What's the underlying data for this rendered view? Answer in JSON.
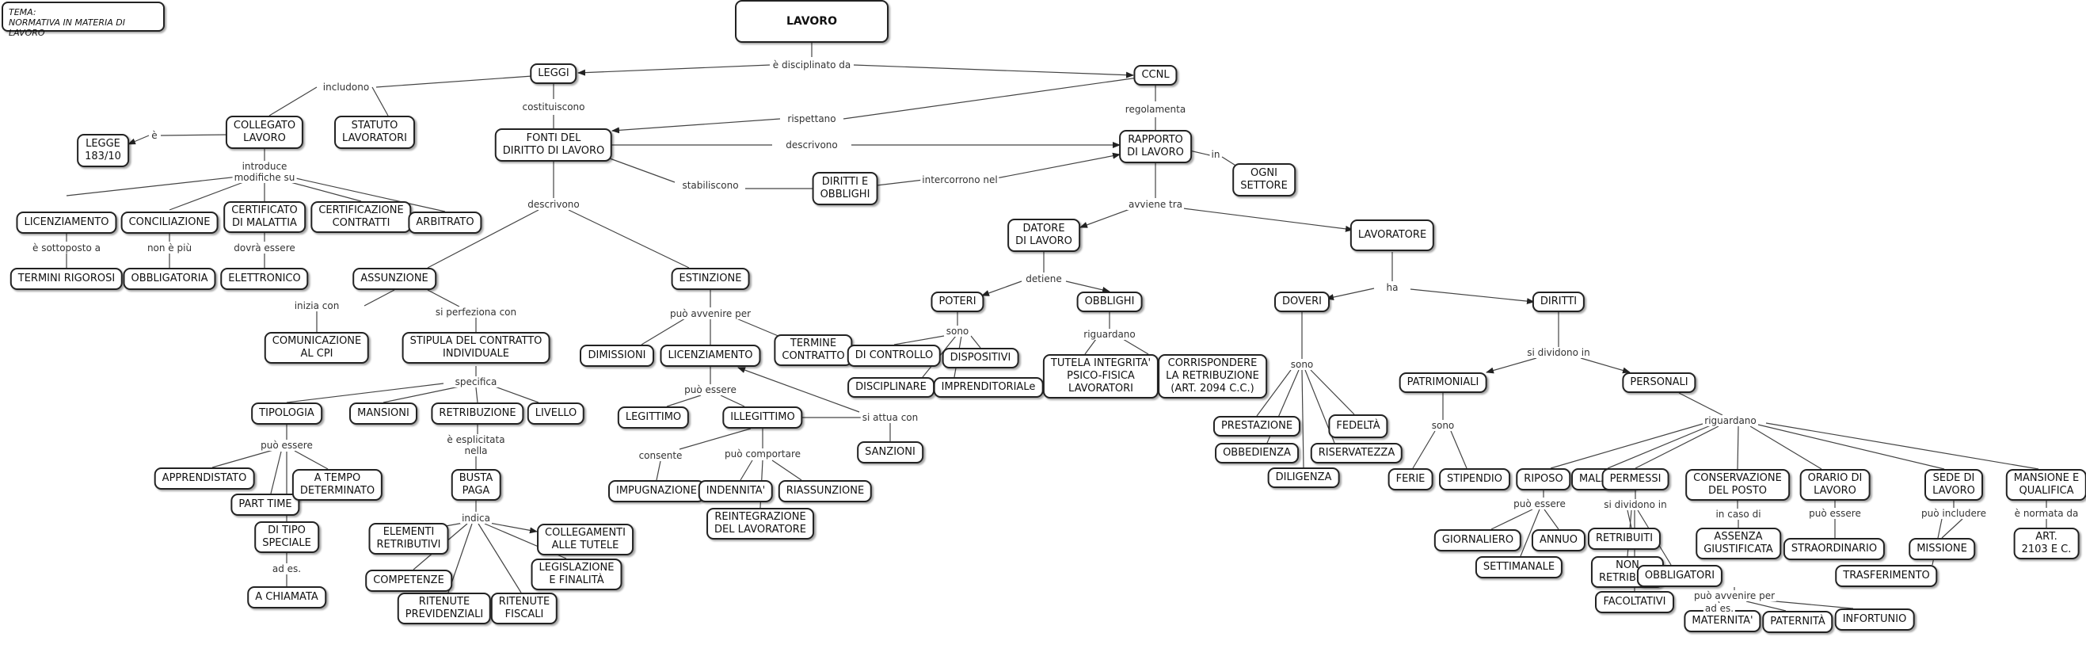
{
  "theme": {
    "line1": "TEMA:",
    "line2": "NORMATIVA IN MATERIA DI LAVORO"
  },
  "nodes": {
    "lavoro": "LAVORO",
    "leggi": "LEGGI",
    "ccnl": "CCNL",
    "collegato": "COLLEGATO\nLAVORO",
    "statuto": "STATUTO\nLAVORATORI",
    "legge183": "LEGGE\n183/10",
    "fonti": "FONTI DEL\nDIRITTO DI LAVORO",
    "rapporto": "RAPPORTO\nDI LAVORO",
    "diritti_obblighi": "DIRITTI E\nOBBLIGHI",
    "ogni_settore": "OGNI\nSETTORE",
    "licenziamento1": "LICENZIAMENTO",
    "conciliazione": "CONCILIAZIONE",
    "certificato": "CERTIFICATO\nDI MALATTIA",
    "certificazione": "CERTIFICAZIONE\nCONTRATTI",
    "arbitrato": "ARBITRATO",
    "termini_rigorosi": "TERMINI RIGOROSI",
    "obbligatoria": "OBBLIGATORIA",
    "elettronico": "ELETTRONICO",
    "assunzione": "ASSUNZIONE",
    "estinzione": "ESTINZIONE",
    "datore": "DATORE\nDI LAVORO",
    "lavoratore": "LAVORATORE",
    "comunicazione": "COMUNICAZIONE\nAL CPI",
    "stipula": "STIPULA DEL CONTRATTO\nINDIVIDUALE",
    "dimissioni": "DIMISSIONI",
    "licenziamento2": "LICENZIAMENTO",
    "termine_contratto": "TERMINE\nCONTRATTO",
    "poteri": "POTERI",
    "obblighi_dat": "OBBLIGHI",
    "doveri": "DOVERI",
    "diritti": "DIRITTI",
    "di_controllo": "DI CONTROLLO",
    "dispositivi": "DISPOSITIVI",
    "disciplinare": "DISCIPLINARE",
    "imprenditoriale": "IMPRENDITORIALe",
    "tutela": "TUTELA INTEGRITA'\nPSICO-FISICA\nLAVORATORI",
    "corrispondere": "CORRISPONDERE\nLA RETRIBUZIONE\n(ART. 2094 C.C.)",
    "tipologia": "TIPOLOGIA",
    "mansioni": "MANSIONI",
    "retribuzione": "RETRIBUZIONE",
    "livello": "LIVELLO",
    "legittimo": "LEGITTIMO",
    "illegittimo": "ILLEGITTIMO",
    "sanzioni": "SANZIONI",
    "apprendistato": "APPRENDISTATO",
    "part_time": "PART TIME",
    "tempo_det": "A TEMPO\nDETERMINATO",
    "tipo_speciale": "DI TIPO\nSPECIALE",
    "chiamata": "A CHIAMATA",
    "busta_paga": "BUSTA\nPAGA",
    "elementi": "ELEMENTI\nRETRIBUTIVI",
    "collegamenti": "COLLEGAMENTI\nALLE TUTELE",
    "competenze": "COMPETENZE",
    "legislazione": "LEGISLAZIONE\nE FINALITÀ",
    "ritenute_prev": "RITENUTE\nPREVIDENZIALI",
    "ritenute_fisc": "RITENUTE\nFISCALI",
    "impugnazione": "IMPUGNAZIONE",
    "indennita": "INDENNITA'",
    "riassunzione": "RIASSUNZIONE",
    "reintegrazione": "REINTEGRAZIONE\nDEL LAVORATORE",
    "prestazione": "PRESTAZIONE",
    "fedelta": "FEDELTÀ",
    "obbedienza": "OBBEDIENZA",
    "riservatezza": "RISERVATEZZA",
    "diligenza": "DILIGENZA",
    "patrimoniali": "PATRIMONIALI",
    "personali": "PERSONALI",
    "ferie": "FERIE",
    "stipendio": "STIPENDIO",
    "riposo": "RIPOSO",
    "malattia": "MALATTIA",
    "permessi": "PERMESSI",
    "conservazione": "CONSERVAZIONE\nDEL POSTO",
    "orario": "ORARIO DI\nLAVORO",
    "sede": "SEDE DI\nLAVORO",
    "mansione_qual": "MANSIONE E\nQUALIFICA",
    "giornaliero": "GIORNALIERO",
    "annuo": "ANNUO",
    "settimanale": "SETTIMANALE",
    "retribuiti": "RETRIBUITI",
    "non_retribuiti": "NON\nRETRIBUITI",
    "obbligatori": "OBBLIGATORI",
    "facoltativi": "FACOLTATIVI",
    "assenza": "ASSENZA\nGIUSTIFICATA",
    "straordinario": "STRAORDINARIO",
    "missione": "MISSIONE",
    "trasferimento": "TRASFERIMENTO",
    "art2103": "ART.\n2103 E C.",
    "maternita": "MATERNITA'",
    "paternita": "PATERNITÀ",
    "infortunio": "INFORTUNIO"
  },
  "labels": {
    "disciplinato": "è disciplinato da",
    "includono": "includono",
    "costituiscono": "costituiscono",
    "regolamenta": "regolamenta",
    "rispettano": "rispettano",
    "descrivono1": "descrivono",
    "e": "è",
    "in": "in",
    "introduce": "introduce\nmodifiche su",
    "stabiliscono": "stabiliscono",
    "intercorrono": "intercorrono nel",
    "descrivono2": "descrivono",
    "avviene_tra": "avviene tra",
    "sottoposto": "è sottoposto a",
    "non_piu": "non è più",
    "dovra": "dovrà essere",
    "detiene": "detiene",
    "ha": "ha",
    "inizia_con": "inizia con",
    "si_perfeziona": "si perfeziona con",
    "puo_avvenire": "può avvenire per",
    "sono1": "sono",
    "riguardano1": "riguardano",
    "sono2": "sono",
    "si_dividono": "si dividono in",
    "specifica": "specifica",
    "puo_essere1": "può essere",
    "si_attua": "si attua con",
    "puo_essere2": "può essere",
    "esplicitata": "è esplicitata\nnella",
    "consente": "consente",
    "puo_comportare": "può comportare",
    "sono3": "sono",
    "riguardano2": "riguardano",
    "ad_es1": "ad es.",
    "indica": "indica",
    "puo_essere3": "può essere",
    "si_dividono2": "si dividono in",
    "in_caso": "in caso di",
    "puo_essere4": "può essere",
    "puo_includere": "può includere",
    "normata": "è normata da",
    "puo_avvenire2": "può avvenire per",
    "ad_es2": "ad es."
  }
}
